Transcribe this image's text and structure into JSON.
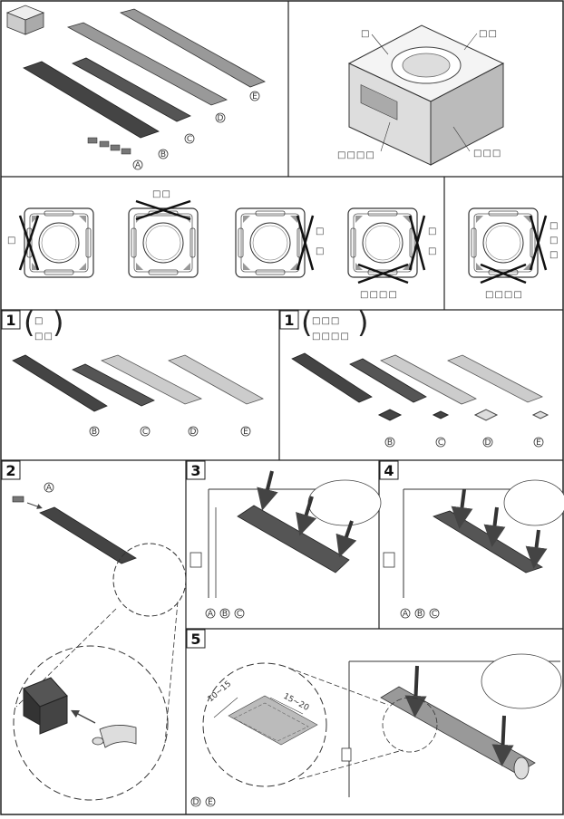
{
  "panels": {
    "parts": {
      "letters": [
        "A",
        "B",
        "C",
        "D",
        "E"
      ]
    },
    "unit": {
      "callout_top_left": "□",
      "callout_top_right": "□□",
      "callout_bottom_left": "□□□□",
      "callout_bottom_right": "□□□"
    },
    "configs": {
      "c1_label": "□",
      "c2_label": "□□",
      "c3_label_1": "□",
      "c3_label_2": "□",
      "c4_label_1": "□",
      "c4_label_2": "□",
      "c4_bottom": "□□□□",
      "c5_label_1": "□",
      "c5_label_2": "□",
      "c5_label_3": "□",
      "c5_bottom": "□□□□"
    },
    "step1a": {
      "number": "1",
      "paren_line1": "□",
      "paren_line2": "□□",
      "letters": [
        "B",
        "C",
        "D",
        "E"
      ]
    },
    "step1b": {
      "number": "1",
      "paren_line1": "□□□",
      "paren_line2": "□□□□",
      "letters": [
        "B",
        "C",
        "D",
        "E"
      ]
    },
    "step2": {
      "number": "2",
      "letter": "A"
    },
    "step3": {
      "number": "3",
      "letters": [
        "A",
        "B",
        "C"
      ]
    },
    "step4": {
      "number": "4",
      "letters": [
        "A",
        "B",
        "C"
      ]
    },
    "step5": {
      "number": "5",
      "dim_1": "10~15",
      "dim_2": "15~20",
      "letters": [
        "D",
        "E"
      ]
    }
  }
}
